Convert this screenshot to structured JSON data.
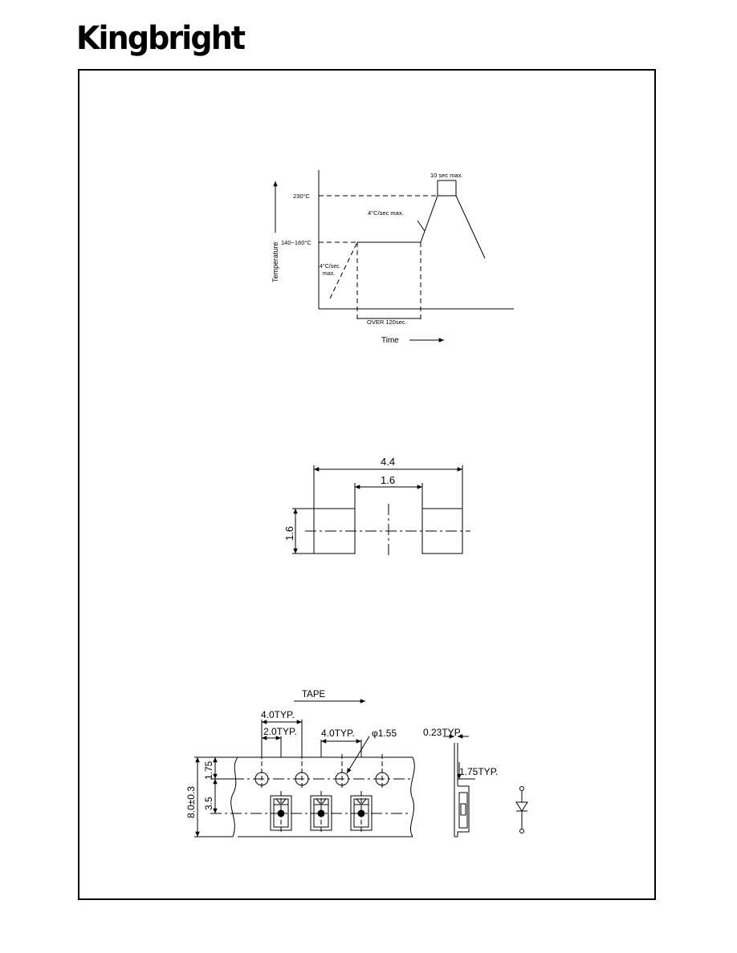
{
  "header": {
    "logo_text": "Kingbright"
  },
  "reflow_profile": {
    "temp_peak": "230°C",
    "temp_preheat": "140~160°C",
    "ylabel": "Temperature",
    "xlabel": "Time",
    "peak_time": "10 sec max.",
    "ramp_up": "4°C/sec max.",
    "preheat_ramp_line1": "4°C/sec.",
    "preheat_ramp_line2": "max.",
    "preheat_time": "OVER 120sec."
  },
  "pad_layout": {
    "overall_width": "4.4",
    "gap_width": "1.6",
    "pad_height": "1.6"
  },
  "tape": {
    "title": "TAPE",
    "pitch_sprocket": "4.0TYP.",
    "half_pitch": "2.0TYP.",
    "pitch_pocket": "4.0TYP.",
    "hole_diameter": "φ1.55",
    "edge_to_hole": "1.75",
    "hole_to_pocket": "3.5",
    "tape_width": "8.0±0.3",
    "thickness": "0.23TYP.",
    "pocket_depth": "1.75TYP."
  }
}
